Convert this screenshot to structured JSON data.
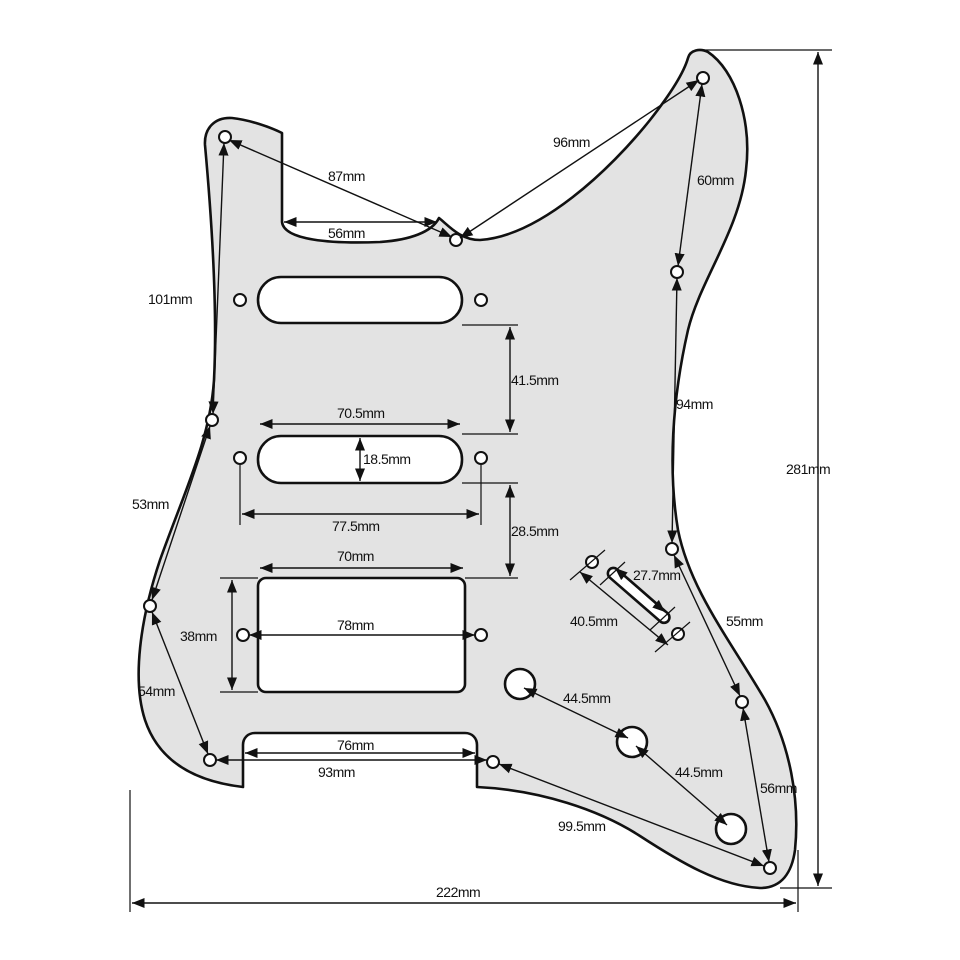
{
  "diagram": {
    "subject": "pickguard",
    "colors": {
      "body": "#e3e3e3",
      "line": "#111111",
      "cutout": "#ffffff"
    },
    "labels": {
      "d87": "87mm",
      "d56": "56mm",
      "d96": "96mm",
      "d60": "60mm",
      "d101": "101mm",
      "d41_5": "41.5mm",
      "d70_5": "70.5mm",
      "d18_5": "18.5mm",
      "d94": "94mm",
      "d281": "281mm",
      "d53": "53mm",
      "d77_5": "77.5mm",
      "d28_5": "28.5mm",
      "d70": "70mm",
      "d27_7": "27.7mm",
      "d40_5": "40.5mm",
      "d55": "55mm",
      "d38": "38mm",
      "d78": "78mm",
      "d54": "54mm",
      "d44_5a": "44.5mm",
      "d44_5b": "44.5mm",
      "d76": "76mm",
      "d93": "93mm",
      "d56b": "56mm",
      "d99_5": "99.5mm",
      "d222": "222mm"
    }
  }
}
